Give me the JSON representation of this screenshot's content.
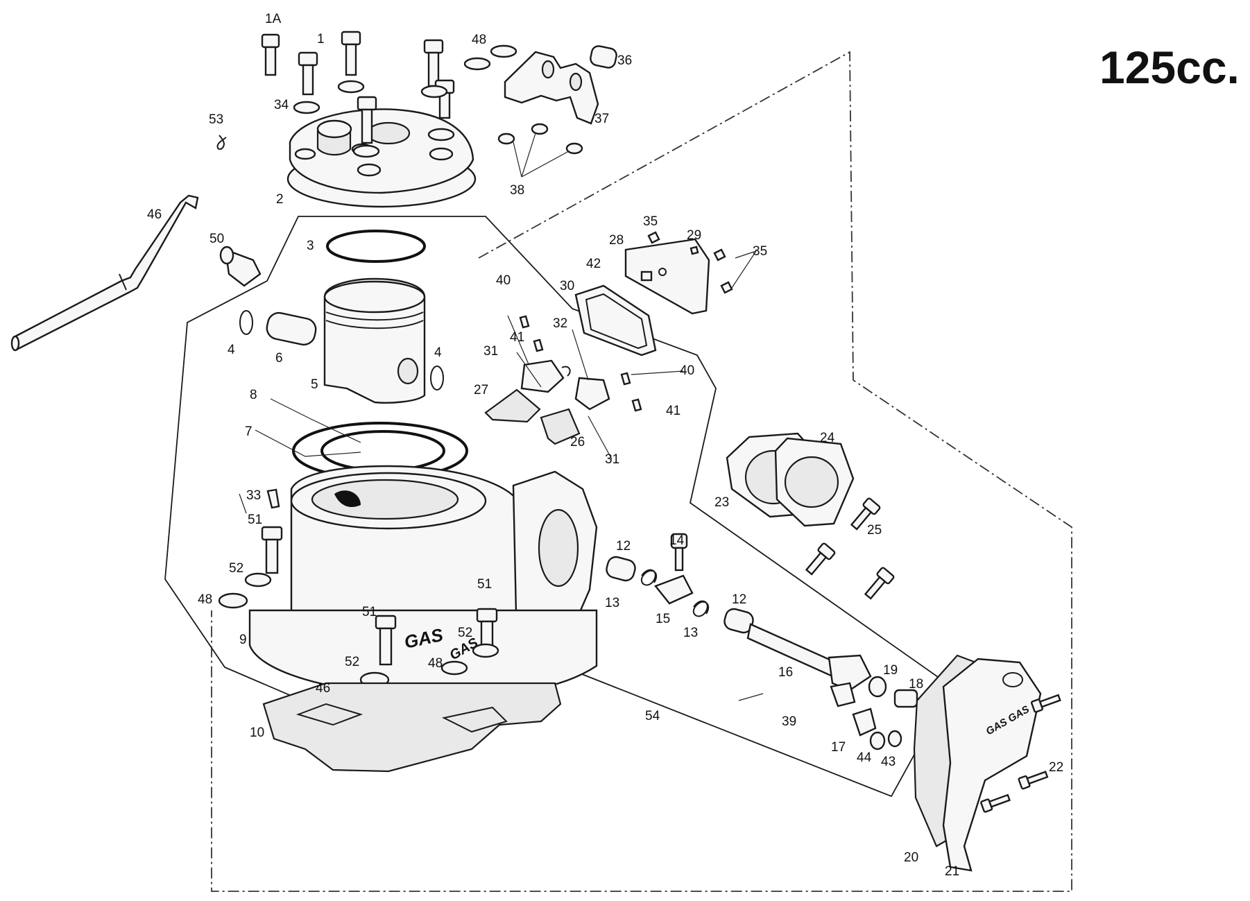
{
  "title": "125cc.",
  "callouts": [
    {
      "id": "1a",
      "text": "1A"
    },
    {
      "id": "1",
      "text": "1"
    },
    {
      "id": "48a",
      "text": "48"
    },
    {
      "id": "36",
      "text": "36"
    },
    {
      "id": "34",
      "text": "34"
    },
    {
      "id": "37",
      "text": "37"
    },
    {
      "id": "53",
      "text": "53"
    },
    {
      "id": "38",
      "text": "38"
    },
    {
      "id": "2",
      "text": "2"
    },
    {
      "id": "46a",
      "text": "46"
    },
    {
      "id": "50",
      "text": "50"
    },
    {
      "id": "3",
      "text": "3"
    },
    {
      "id": "35a",
      "text": "35"
    },
    {
      "id": "29",
      "text": "29"
    },
    {
      "id": "28",
      "text": "28"
    },
    {
      "id": "35b",
      "text": "35"
    },
    {
      "id": "42",
      "text": "42"
    },
    {
      "id": "40a",
      "text": "40"
    },
    {
      "id": "30",
      "text": "30"
    },
    {
      "id": "32",
      "text": "32"
    },
    {
      "id": "41a",
      "text": "41"
    },
    {
      "id": "4a",
      "text": "4"
    },
    {
      "id": "6",
      "text": "6"
    },
    {
      "id": "4b",
      "text": "4"
    },
    {
      "id": "31a",
      "text": "31"
    },
    {
      "id": "40b",
      "text": "40"
    },
    {
      "id": "5",
      "text": "5"
    },
    {
      "id": "27",
      "text": "27"
    },
    {
      "id": "41b",
      "text": "41"
    },
    {
      "id": "8",
      "text": "8"
    },
    {
      "id": "26",
      "text": "26"
    },
    {
      "id": "7",
      "text": "7"
    },
    {
      "id": "31b",
      "text": "31"
    },
    {
      "id": "24",
      "text": "24"
    },
    {
      "id": "33",
      "text": "33"
    },
    {
      "id": "23",
      "text": "23"
    },
    {
      "id": "25",
      "text": "25"
    },
    {
      "id": "51a",
      "text": "51"
    },
    {
      "id": "14",
      "text": "14"
    },
    {
      "id": "12a",
      "text": "12"
    },
    {
      "id": "52a",
      "text": "52"
    },
    {
      "id": "51b",
      "text": "51"
    },
    {
      "id": "48b",
      "text": "48"
    },
    {
      "id": "13a",
      "text": "13"
    },
    {
      "id": "12b",
      "text": "12"
    },
    {
      "id": "51c",
      "text": "51"
    },
    {
      "id": "15",
      "text": "15"
    },
    {
      "id": "13b",
      "text": "13"
    },
    {
      "id": "9",
      "text": "9"
    },
    {
      "id": "52b",
      "text": "52"
    },
    {
      "id": "52c",
      "text": "52"
    },
    {
      "id": "48c",
      "text": "48"
    },
    {
      "id": "16",
      "text": "16"
    },
    {
      "id": "19",
      "text": "19"
    },
    {
      "id": "18",
      "text": "18"
    },
    {
      "id": "46b",
      "text": "46"
    },
    {
      "id": "54",
      "text": "54"
    },
    {
      "id": "39",
      "text": "39"
    },
    {
      "id": "10",
      "text": "10"
    },
    {
      "id": "17",
      "text": "17"
    },
    {
      "id": "44",
      "text": "44"
    },
    {
      "id": "43",
      "text": "43"
    },
    {
      "id": "22",
      "text": "22"
    },
    {
      "id": "20",
      "text": "20"
    },
    {
      "id": "21",
      "text": "21"
    }
  ],
  "casting_marks": [
    {
      "id": "cylinder",
      "text": "GAS"
    },
    {
      "id": "cylinder-2",
      "text": "GAS"
    },
    {
      "id": "cover",
      "text": "GAS GAS"
    }
  ]
}
